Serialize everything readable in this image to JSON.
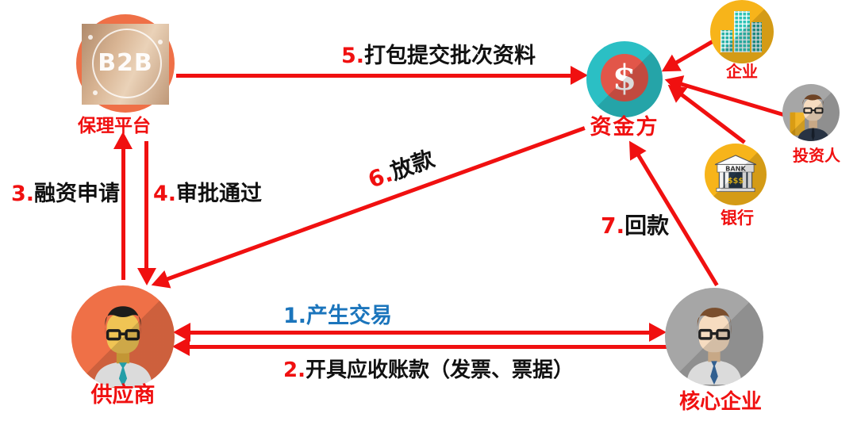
{
  "colors": {
    "arrow_red": "#f01010",
    "link_blue": "#1b75bc",
    "label_red": "#f01010",
    "text_black": "#111111",
    "teal": "#2bbfc4",
    "orange": "#ef7047",
    "yellow": "#f7b41a",
    "gray": "#a6a6a6",
    "money_inner": "#e25649"
  },
  "nodes": {
    "factoring_platform": {
      "label": "保理平台",
      "badge": "B2B"
    },
    "capital_provider": {
      "label": "资金方",
      "symbol": "$"
    },
    "enterprise": {
      "label": "企业"
    },
    "investor": {
      "label": "投资人"
    },
    "bank": {
      "label": "银行",
      "sign": "BANK",
      "dollars": "$$$"
    },
    "supplier": {
      "label": "供应商"
    },
    "core_enterprise": {
      "label": "核心企业"
    }
  },
  "edges": {
    "e1": {
      "num": "1.",
      "text": "产生交易"
    },
    "e2": {
      "num": "2.",
      "text": "开具应收账款（发票、票据）"
    },
    "e3": {
      "num": "3.",
      "text": "融资申请"
    },
    "e4": {
      "num": "4.",
      "text": "审批通过"
    },
    "e5": {
      "num": "5.",
      "text": "打包提交批次资料"
    },
    "e6": {
      "num": "6.",
      "text": "放款"
    },
    "e7": {
      "num": "7.",
      "text": "回款"
    }
  }
}
